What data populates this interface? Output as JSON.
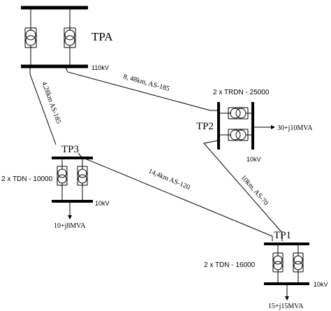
{
  "substations": {
    "tpa": {
      "name": "TPA",
      "voltage": "110kV"
    },
    "tp2": {
      "name": "TP2",
      "transformer": "2 x TRDN - 25000",
      "voltage": "10kV",
      "load": "30+j10MVA"
    },
    "tp3": {
      "name": "TP3",
      "transformer": "2 x TDN - 10000",
      "voltage": "10kV",
      "load": "10+j8MVA"
    },
    "tp1": {
      "name": "TP1",
      "transformer": "2 x TDN - 16000",
      "voltage": "10kV",
      "load": "15+j15MVA"
    }
  },
  "lines": {
    "tpa_tp2": "8, 48km, AS-185",
    "tpa_tp3": "4,28km AS-185",
    "tp3_tp1": "14,4km AS-120",
    "tp2_tp1": "10km, AS-70"
  }
}
